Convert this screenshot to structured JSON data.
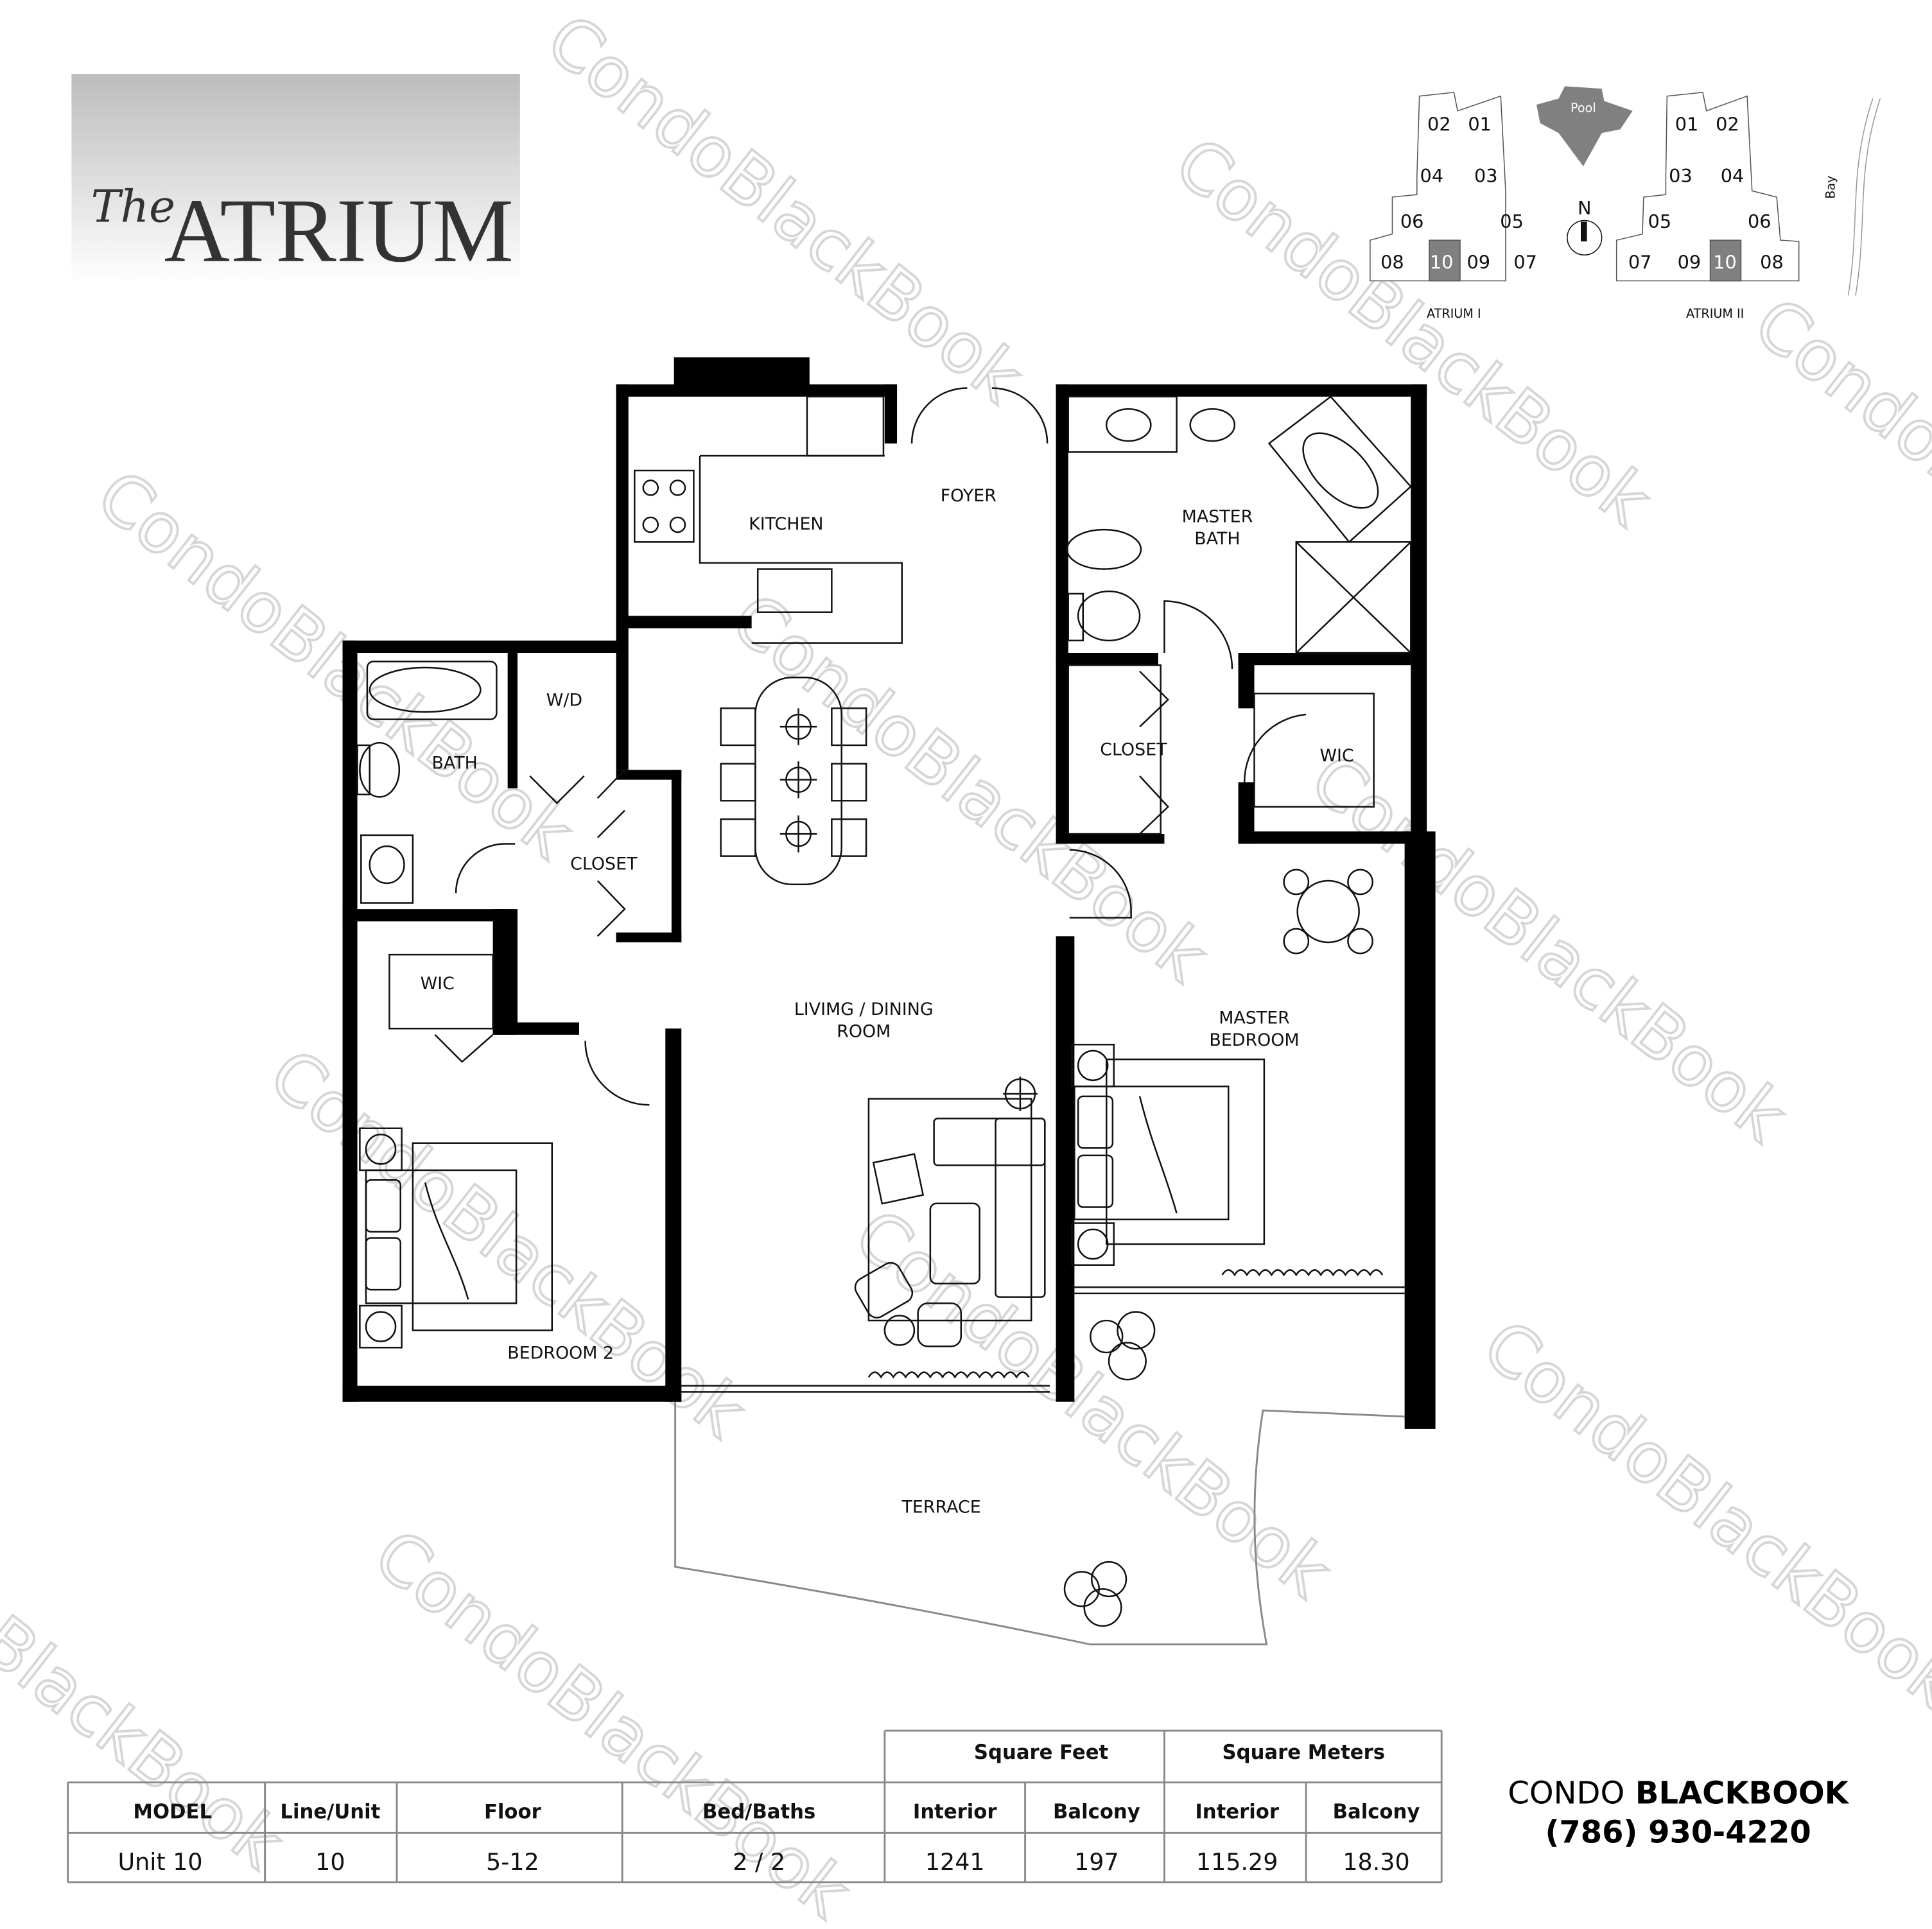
{
  "logo": {
    "script": "The",
    "name": "ATRIUM"
  },
  "keyplan": {
    "pool_label": "Pool",
    "north_label": "N",
    "bay_label": "Bay",
    "highlight_color": "#808080",
    "atrium1": {
      "name": "ATRIUM I",
      "units": [
        "02",
        "01",
        "04",
        "03",
        "06",
        "05",
        "08",
        "10",
        "09",
        "07"
      ],
      "highlighted": "10"
    },
    "atrium2": {
      "name": "ATRIUM II",
      "units": [
        "01",
        "02",
        "03",
        "04",
        "05",
        "06",
        "07",
        "09",
        "10",
        "08"
      ],
      "highlighted": "10"
    }
  },
  "rooms": {
    "kitchen": "KITCHEN",
    "foyer": "FOYER",
    "master_bath": [
      "MASTER",
      "BATH"
    ],
    "wd": "W/D",
    "bath": "BATH",
    "closet_left": "CLOSET",
    "closet_right": "CLOSET",
    "wic_right": "WIC",
    "wic_left": "WIC",
    "living": [
      "LIVIMG / DINING",
      "ROOM"
    ],
    "master_bedroom": [
      "MASTER",
      "BEDROOM"
    ],
    "bedroom2": "BEDROOM 2",
    "terrace": "TERRACE"
  },
  "table": {
    "group_headers": [
      "Square Feet",
      "Square Meters"
    ],
    "headers": [
      "MODEL",
      "Line/Unit",
      "Floor",
      "Bed/Baths",
      "Interior",
      "Balcony",
      "Interior",
      "Balcony"
    ],
    "row": [
      "Unit 10",
      "10",
      "5-12",
      "2 / 2",
      "1241",
      "197",
      "115.29",
      "18.30"
    ]
  },
  "brand": {
    "name_light": "CONDO",
    "name_bold": "BLACKBOOK",
    "phone": "(786) 930-4220"
  },
  "watermark": "CondoBlackBook"
}
